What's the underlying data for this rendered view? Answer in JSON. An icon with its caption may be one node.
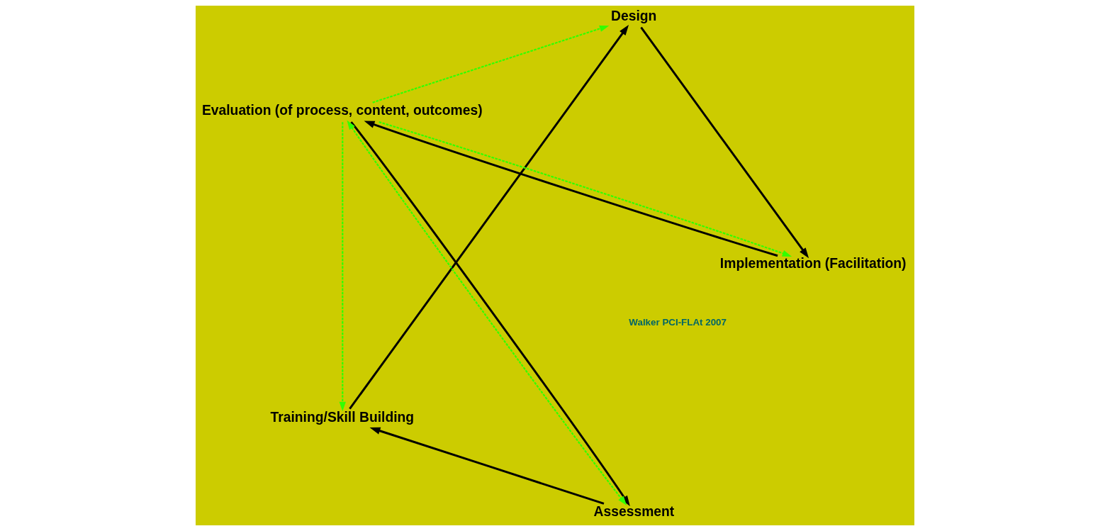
{
  "diagram": {
    "nodes": [
      {
        "text": [
          "Assessment"
        ]
      },
      {
        "text": [
          "Training/Skill Building"
        ]
      },
      {
        "text": [
          "Design"
        ]
      },
      {
        "text": [
          "Implementation (Facilitation)"
        ]
      },
      {
        "text": [
          "Evaluation (of process, content, outcomes)"
        ]
      }
    ],
    "edges": [
      {
        "from": 0,
        "to": 1,
        "arrow": "to"
      },
      {
        "from": 1,
        "to": 2,
        "arrow": "to"
      },
      {
        "from": 2,
        "to": 3,
        "arrow": "to"
      },
      {
        "from": 3,
        "to": 4,
        "arrow": "to"
      },
      {
        "from": 4,
        "to": 0,
        "arrow": "to"
      },
      {
        "from": 4,
        "to": 0,
        "arrow": "both",
        "style": "dashed",
        "color": "#33ff00"
      },
      {
        "from": 4,
        "to": 1,
        "arrow": "to",
        "style": "dashed",
        "color": "#33ff00"
      },
      {
        "from": 4,
        "to": 2,
        "arrow": "to",
        "style": "dashed",
        "color": "#33ff00"
      },
      {
        "from": 4,
        "to": 3,
        "arrow": "to",
        "style": "dashed",
        "color": "#33ff00"
      }
    ],
    "labels": [
      "Walker PCI-FLAt 2007"
    ]
  }
}
